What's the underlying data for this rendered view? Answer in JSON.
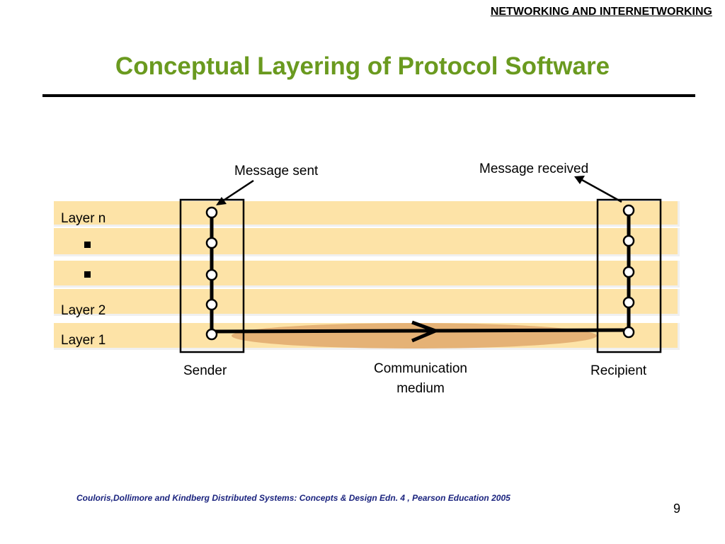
{
  "header": {
    "text": "NETWORKING AND INTERNETWORKING"
  },
  "title": "Conceptual Layering of Protocol Software",
  "diagram": {
    "layers": {
      "top": "Layer n",
      "second": "Layer 2",
      "bottom": "Layer 1"
    },
    "labels": {
      "message_sent": "Message sent",
      "message_received": "Message received",
      "sender": "Sender",
      "recipient": "Recipient",
      "medium_line1": "Communication",
      "medium_line2": "medium"
    },
    "colors": {
      "band": "#fde3a7",
      "medium": "#e0a96d",
      "title": "#6a9a1f"
    }
  },
  "footer": {
    "citation": "Couloris,Dollimore and Kindberg  Distributed Systems: Concepts & Design  Edn. 4 , Pearson Education 2005",
    "page_number": "9"
  }
}
